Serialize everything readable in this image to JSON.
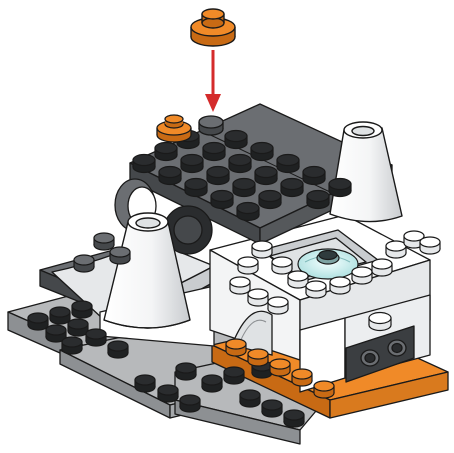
{
  "step": {
    "action": "add-part",
    "new_part": {
      "name": "round-plate-1x1",
      "color": "#f08a28"
    },
    "target": {
      "name": "stud-top-left"
    }
  },
  "palette": {
    "outline": "#1a1a1a",
    "dark_gray_top": "#6b6e72",
    "dark_gray_side": "#45484b",
    "light_gray_top": "#b7b9bb",
    "light_gray_side": "#8d9093",
    "white_top": "#ffffff",
    "white_side": "#e6e8ea",
    "orange_top": "#f08a28",
    "orange_side": "#c86a14",
    "trans_clear": "#cfeeee",
    "arrow": "#d42b2b",
    "black": "#2a2c2e"
  },
  "model": {
    "assembly": "gray-white-orange-vehicle",
    "engines": 2,
    "cockpit": "trans-clear-dome",
    "grille": "dark-gray-2x2-tile"
  }
}
